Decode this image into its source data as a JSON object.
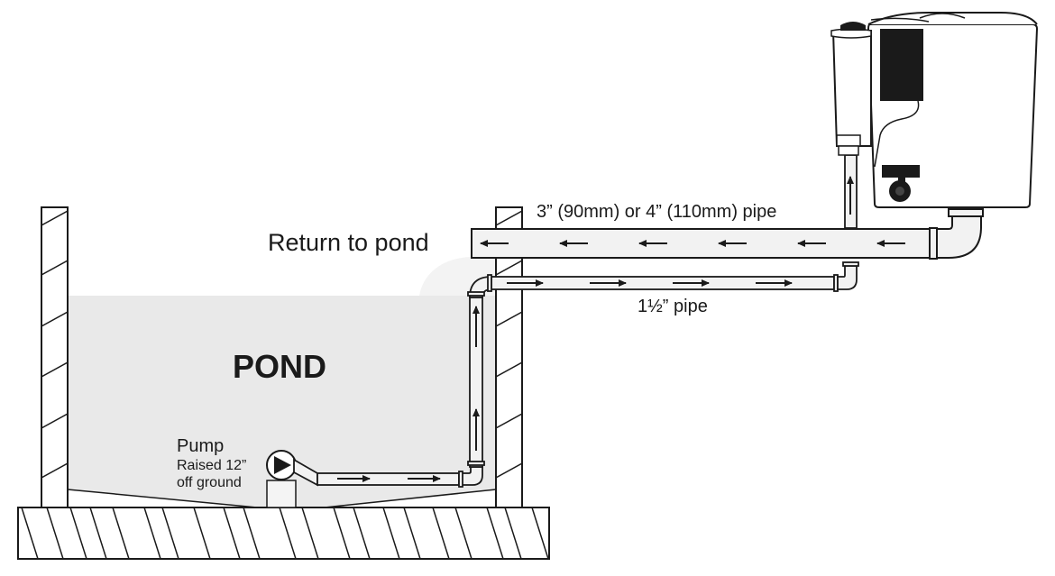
{
  "labels": {
    "return_to_pond": "Return to pond",
    "pipe_large": "3” (90mm) or 4” (110mm) pipe",
    "pipe_small": "1½” pipe",
    "pond": "POND",
    "pump": "Pump",
    "pump_note_line1": "Raised 12”",
    "pump_note_line2": "off ground"
  },
  "colors": {
    "outline": "#1a1a1a",
    "water": "#e9e9e9",
    "pipe_fill": "#f2f2f2",
    "filter_dark": "#1a1a1a"
  }
}
